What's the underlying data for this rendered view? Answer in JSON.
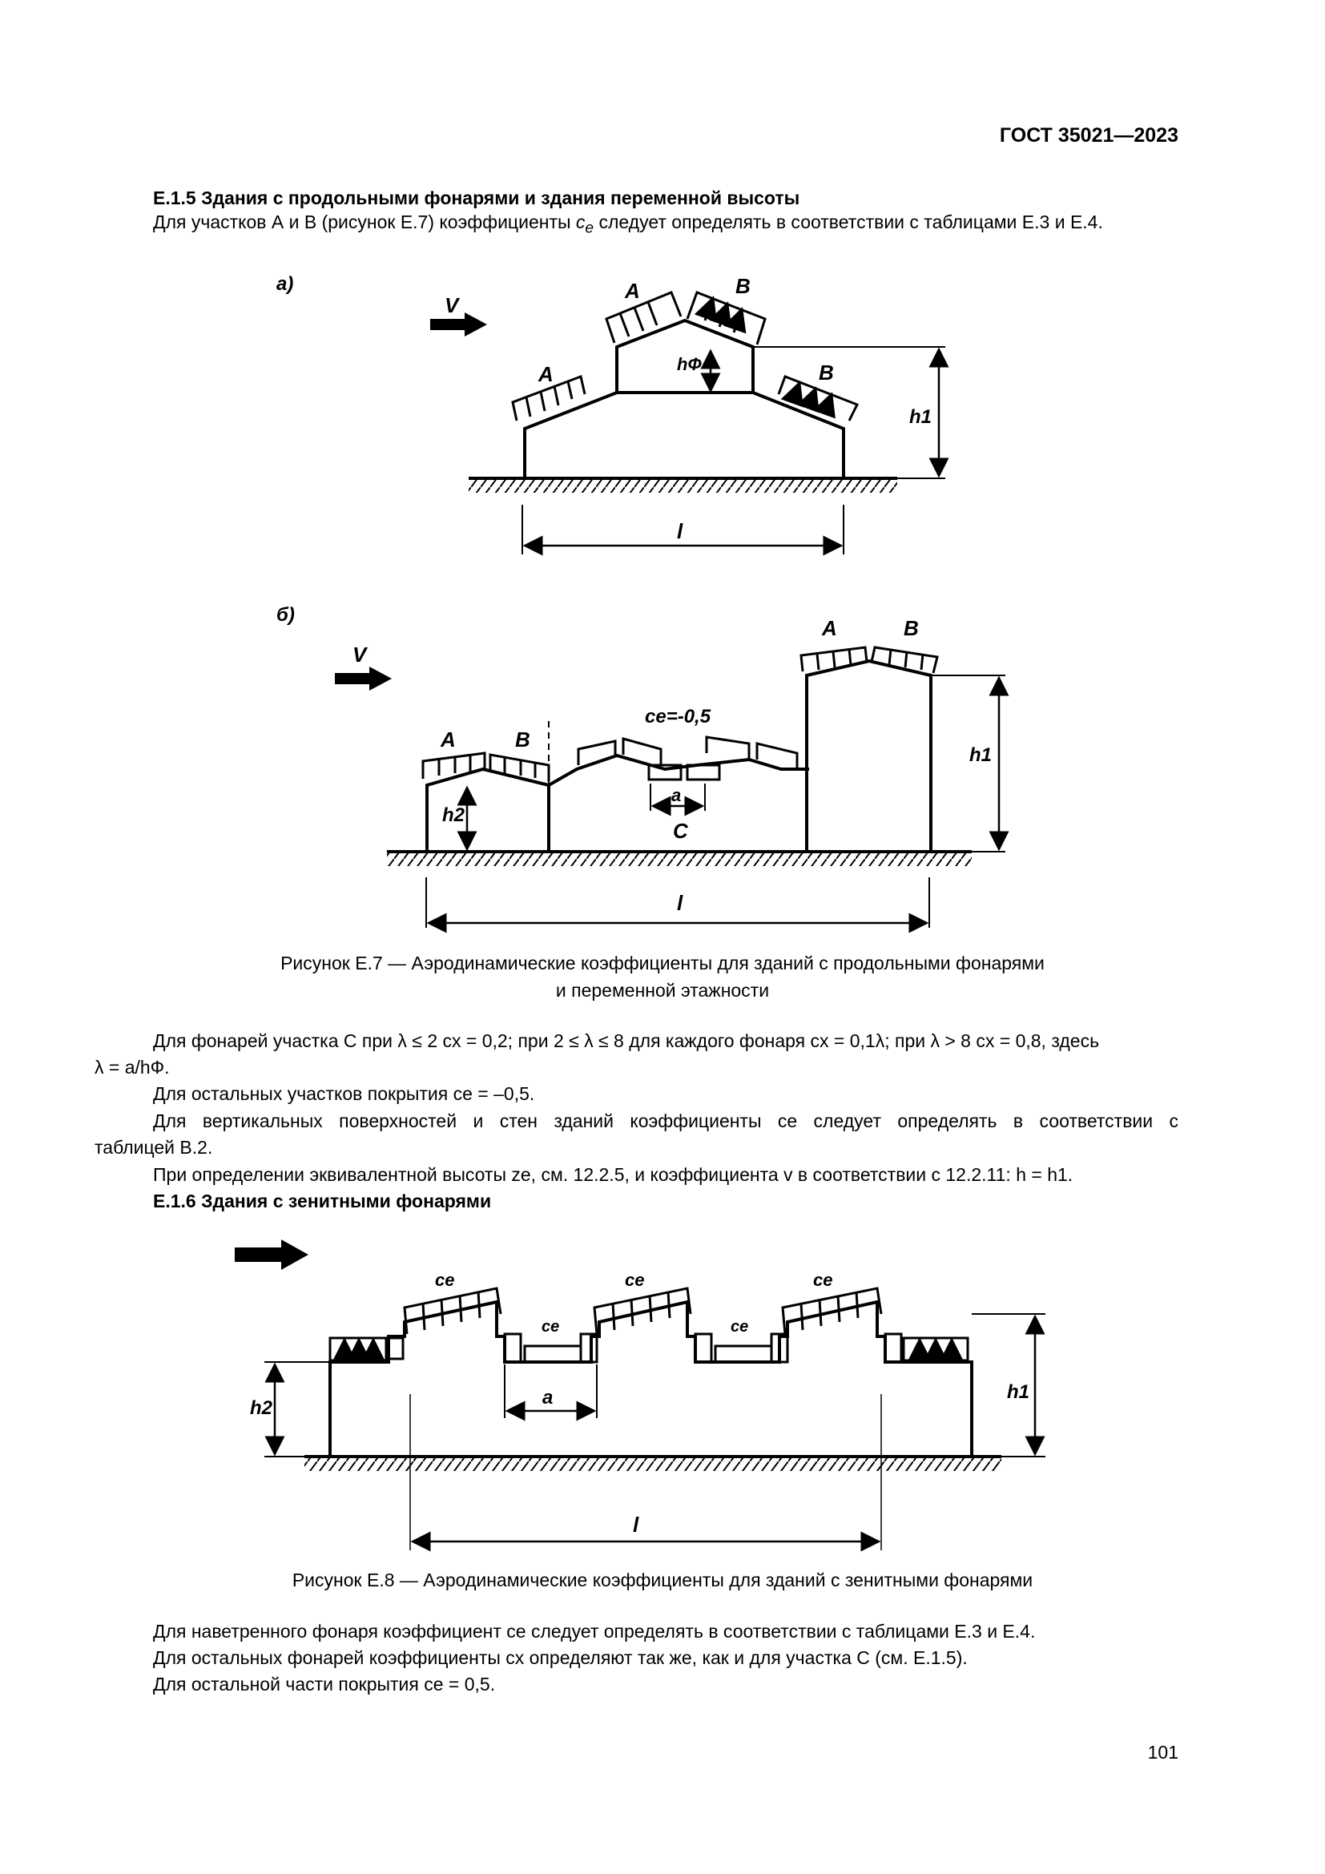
{
  "header": {
    "standard": "ГОСТ 35021—2023"
  },
  "section_e15": {
    "title": "Е.1.5  Здания с продольными фонарями и здания переменной высоты",
    "intro_pre": "Для участков А и В (рисунок Е.7) коэффициенты ",
    "intro_var": "c",
    "intro_sub": "e",
    "intro_post": " следует определять в соответствии с таблицами Е.3 и Е.4."
  },
  "figure_e7": {
    "panel_a_label": "а)",
    "panel_b_label": "б)",
    "wind": "V",
    "zone_a": "A",
    "zone_b": "B",
    "zone_c": "C",
    "h_phi": "hФ",
    "h1": "h1",
    "h2": "h2",
    "length": "l",
    "spacing": "a",
    "ce_value": "ce=-0,5",
    "caption_line1": "Рисунок Е.7 — Аэродинамические коэффициенты для зданий с продольными фонарями",
    "caption_line2": "и переменной этажности"
  },
  "paragraphs_e15": {
    "p1": "Для фонарей участка C при λ ≤ 2 cx = 0,2; при 2 ≤ λ ≤ 8 для каждого фонаря cx = 0,1λ; при λ > 8 cx = 0,8, здесь",
    "p1_cont": "λ = a/hФ.",
    "p2": "Для остальных участков покрытия ce = –0,5.",
    "p3_line1": "Для вертикальных поверхностей и стен зданий коэффициенты ce следует определять в соответствии с",
    "p3_line2": "таблицей В.2.",
    "p4": "При определении эквивалентной высоты ze, см. 12.2.5, и коэффициента v в соответствии с 12.2.11: h = h1."
  },
  "section_e16": {
    "title": "Е.1.6  Здания с зенитными фонарями"
  },
  "figure_e8": {
    "ce": "ce",
    "h1": "h1",
    "h2": "h2",
    "length": "l",
    "spacing": "a",
    "caption": "Рисунок Е.8 — Аэродинамические коэффициенты для зданий с зенитными фонарями"
  },
  "paragraphs_e16": {
    "p1": "Для наветренного фонаря коэффициент ce следует определять в соответствии с таблицами Е.3 и Е.4.",
    "p2": "Для остальных фонарей коэффициенты cx определяют так же, как и для участка C (см. Е.1.5).",
    "p3": "Для остальной части покрытия ce = 0,5."
  },
  "footer": {
    "page_number": "101"
  }
}
